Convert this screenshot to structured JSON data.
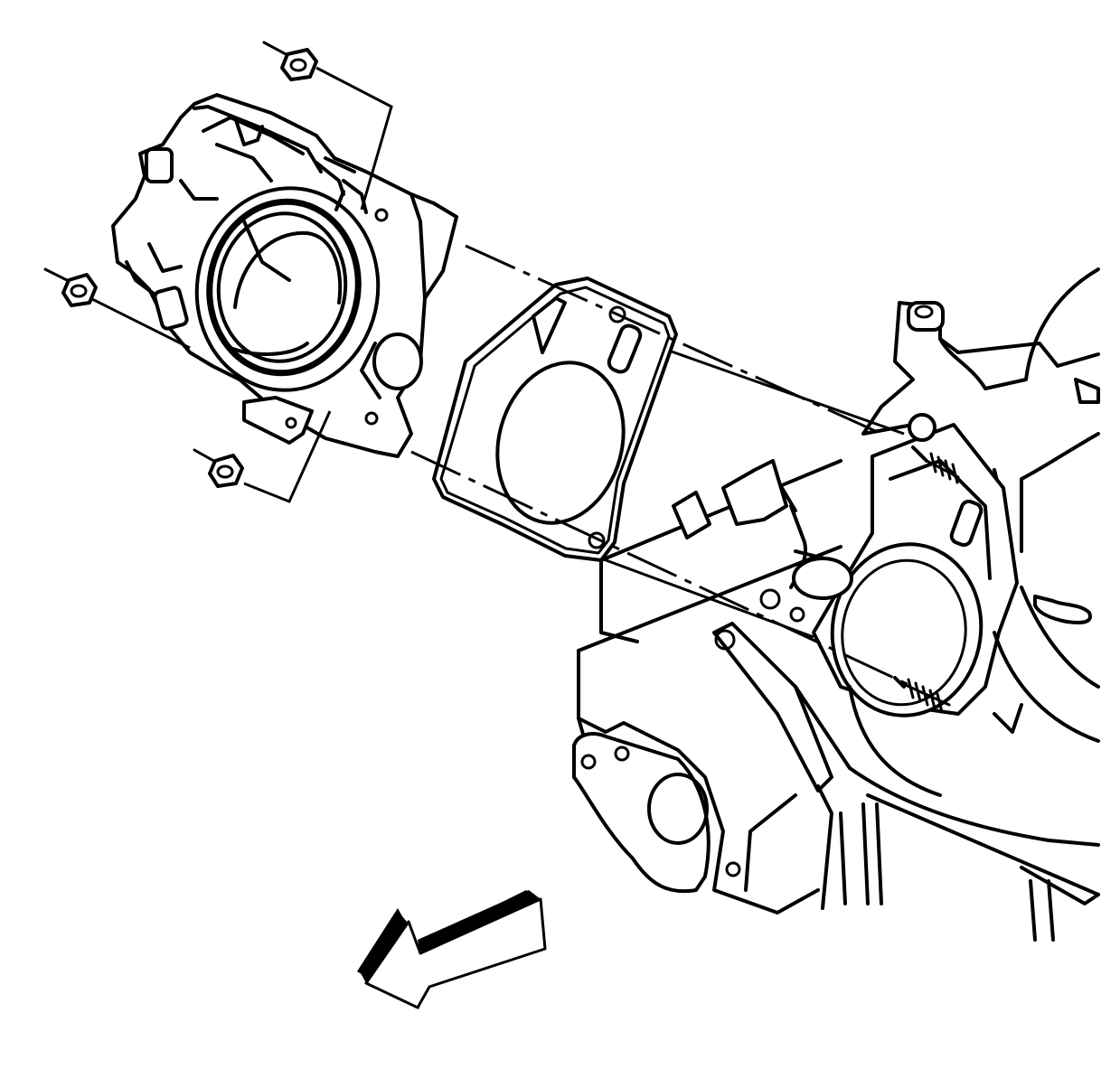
{
  "figure": {
    "stroke": "#000000",
    "background": "#ffffff",
    "parts": [
      {
        "name": "throttle-body",
        "icon": "throttle-body-icon"
      },
      {
        "name": "throttle-body-gasket",
        "icon": "gasket-icon"
      },
      {
        "name": "intake-manifold",
        "icon": "intake-manifold-icon"
      },
      {
        "name": "throttle-body-nut",
        "count": 3,
        "icon": "nut-icon"
      },
      {
        "name": "mounting-stud",
        "count": 2,
        "icon": "stud-icon"
      },
      {
        "name": "view-direction-arrow",
        "icon": "arrow-icon"
      }
    ]
  }
}
